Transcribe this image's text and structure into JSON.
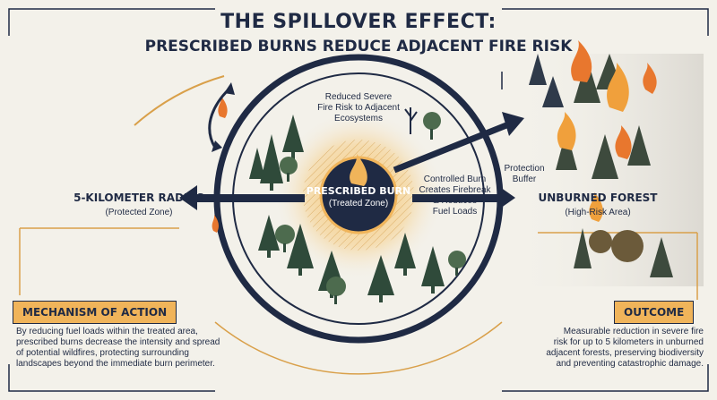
{
  "header": {
    "title": "THE SPILLOVER EFFECT:",
    "subtitle": "PRESCRIBED BURNS REDUCE ADJACENT FIRE RISK"
  },
  "center": {
    "title": "PRESCRIBED BURN",
    "subtitle": "(Treated Zone)"
  },
  "left_zone": {
    "title": "5-KILOMETER RADIUS",
    "subtitle": "(Protected Zone)"
  },
  "right_zone": {
    "title": "UNBURNED FOREST",
    "subtitle": "(High-Risk Area)"
  },
  "callouts": {
    "top": [
      "Reduced Severe",
      "Fire Risk to Adjacent",
      "Ecosystems"
    ],
    "right_inner": [
      "Controlled Burn",
      "Creates Firebreak",
      "& Reduces",
      "Fuel Loads"
    ],
    "buffer": [
      "Protection",
      "Buffer"
    ]
  },
  "mechanism": {
    "title": "MECHANISM OF ACTION",
    "lines": [
      "By reducing fuel loads within the treated area,",
      "prescribed burns decrease the intensity and spread",
      "of potential wildfires, protecting surrounding",
      "landscapes beyond the immediate burn perimeter."
    ]
  },
  "outcome": {
    "title": "OUTCOME",
    "lines": [
      "Measurable reduction in severe fire",
      "risk for up to 5 kilometers in unburned",
      "adjacent forests, preserving biodiversity",
      "and preventing catastrophic damage."
    ]
  },
  "colors": {
    "navy": "#1f2a44",
    "orange": "#f0b45a",
    "background": "#f3f1ea",
    "forest_green": "#2f4a3a",
    "fire": "#e8772e"
  }
}
